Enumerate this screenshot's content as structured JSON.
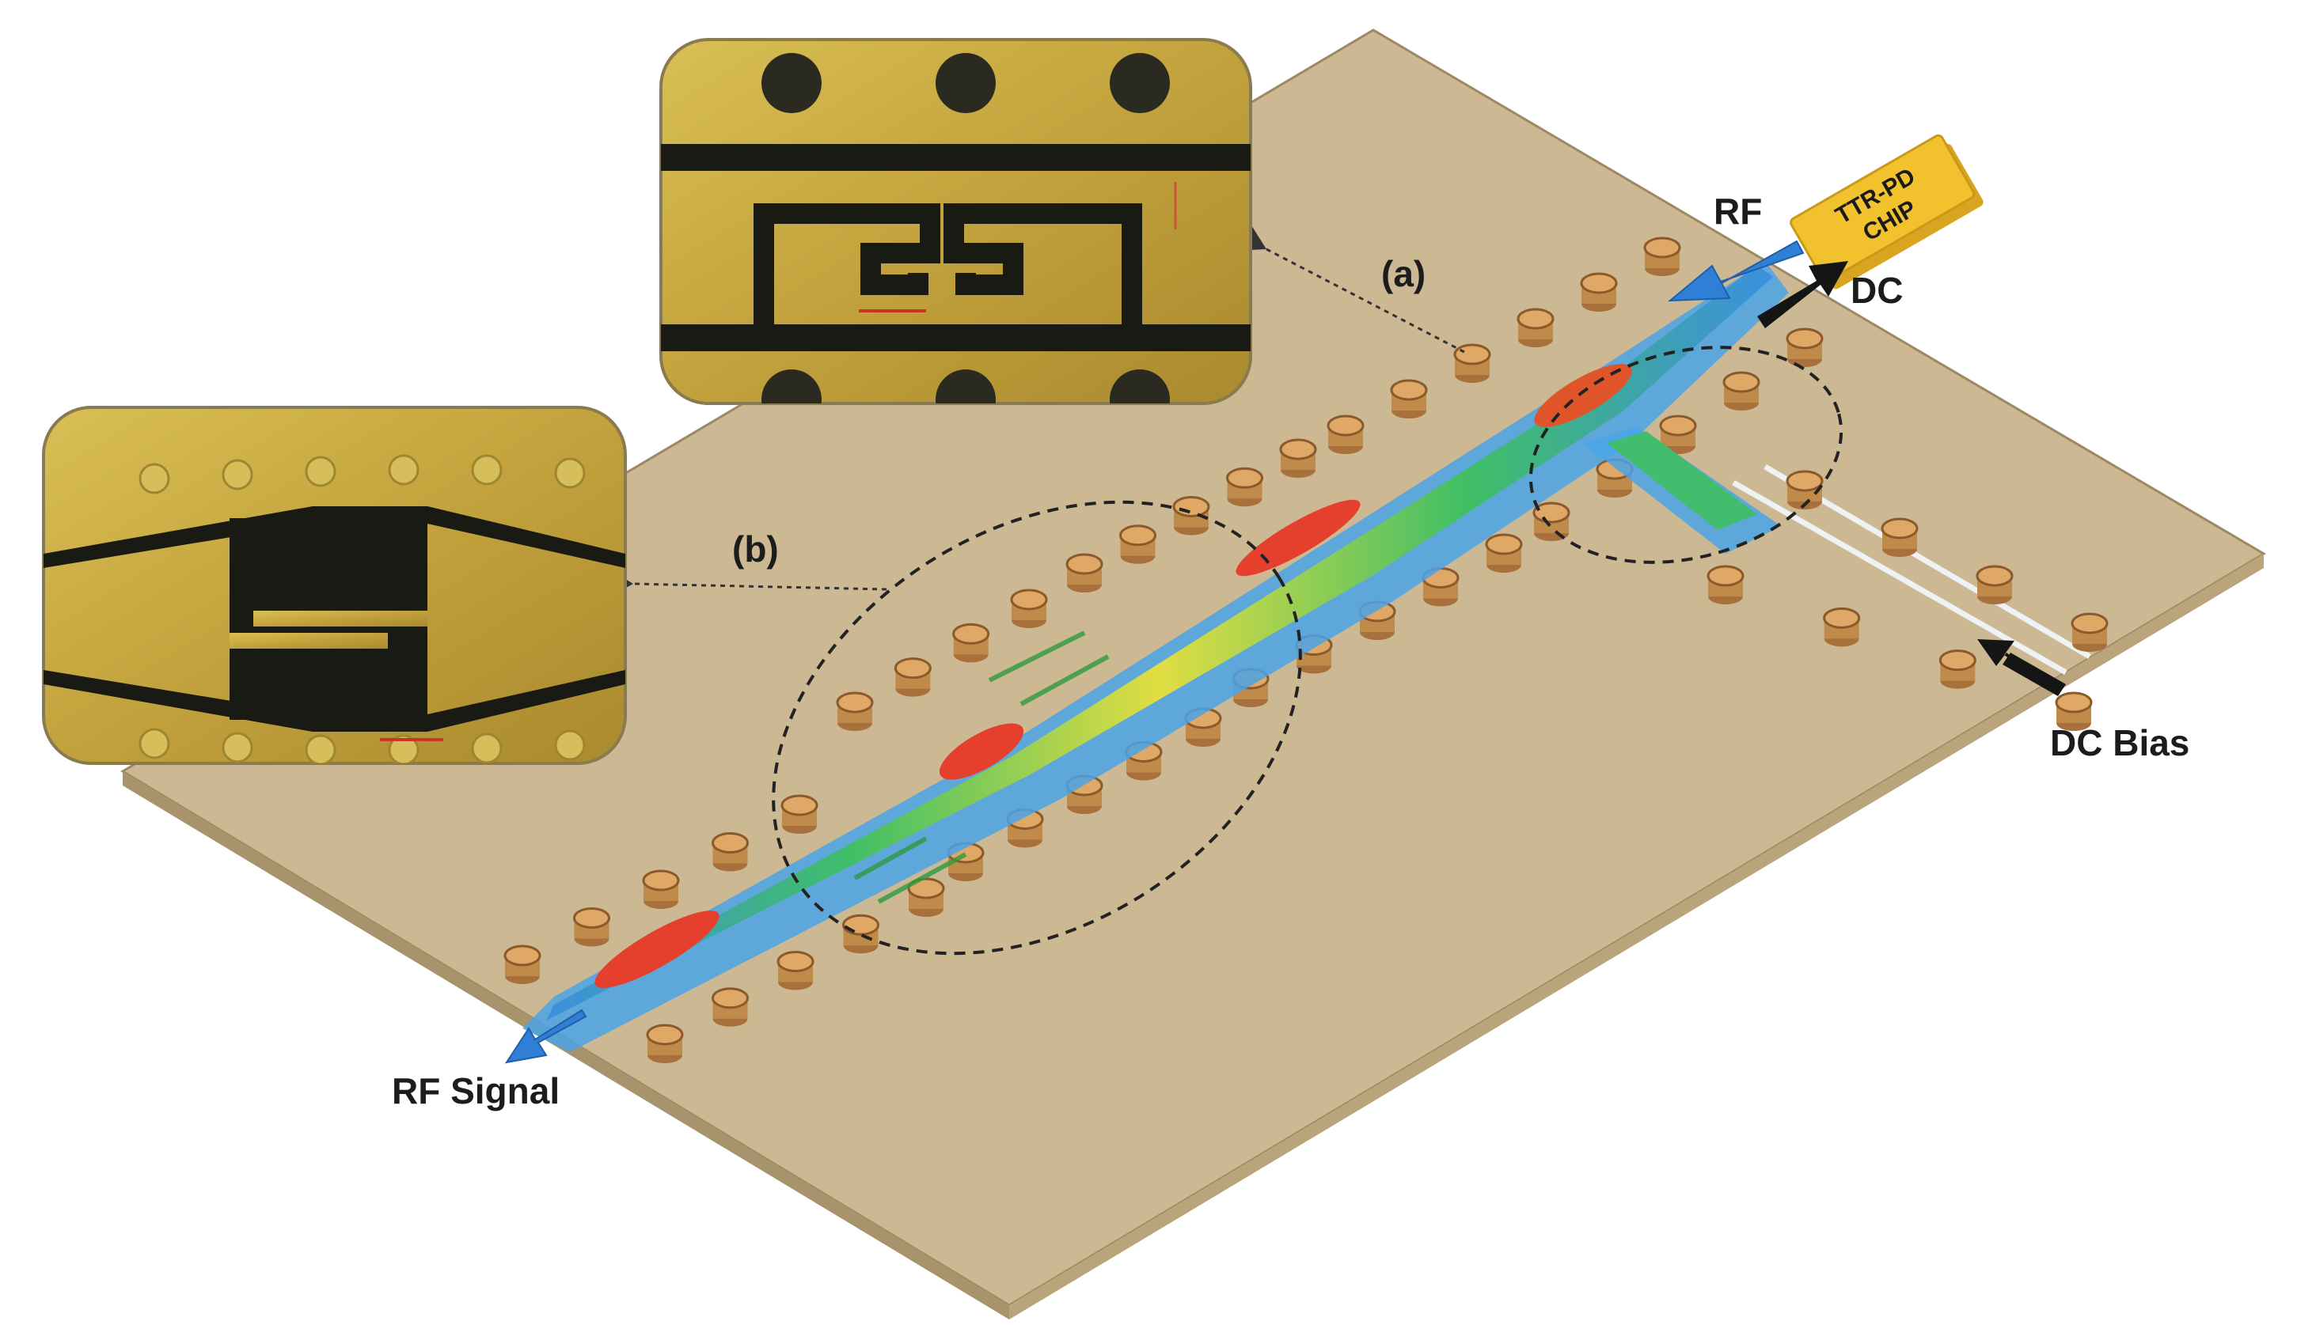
{
  "labels": {
    "a": "(a)",
    "b": "(b)",
    "rf_top": "RF",
    "dc_top": "DC",
    "dc_bias": "DC Bias",
    "rf_signal": "RF Signal"
  },
  "chip": {
    "line1": "TTR-PD",
    "line2": "CHIP"
  },
  "colors": {
    "substrate": "#cdb894",
    "substrate_edge": "#a8946c",
    "inset_gold": "#bfa23a",
    "via": "#c08a4a",
    "chip": "#f2c22e",
    "arrow_rf": "#2f7fd6",
    "arrow_dc": "#151515"
  }
}
